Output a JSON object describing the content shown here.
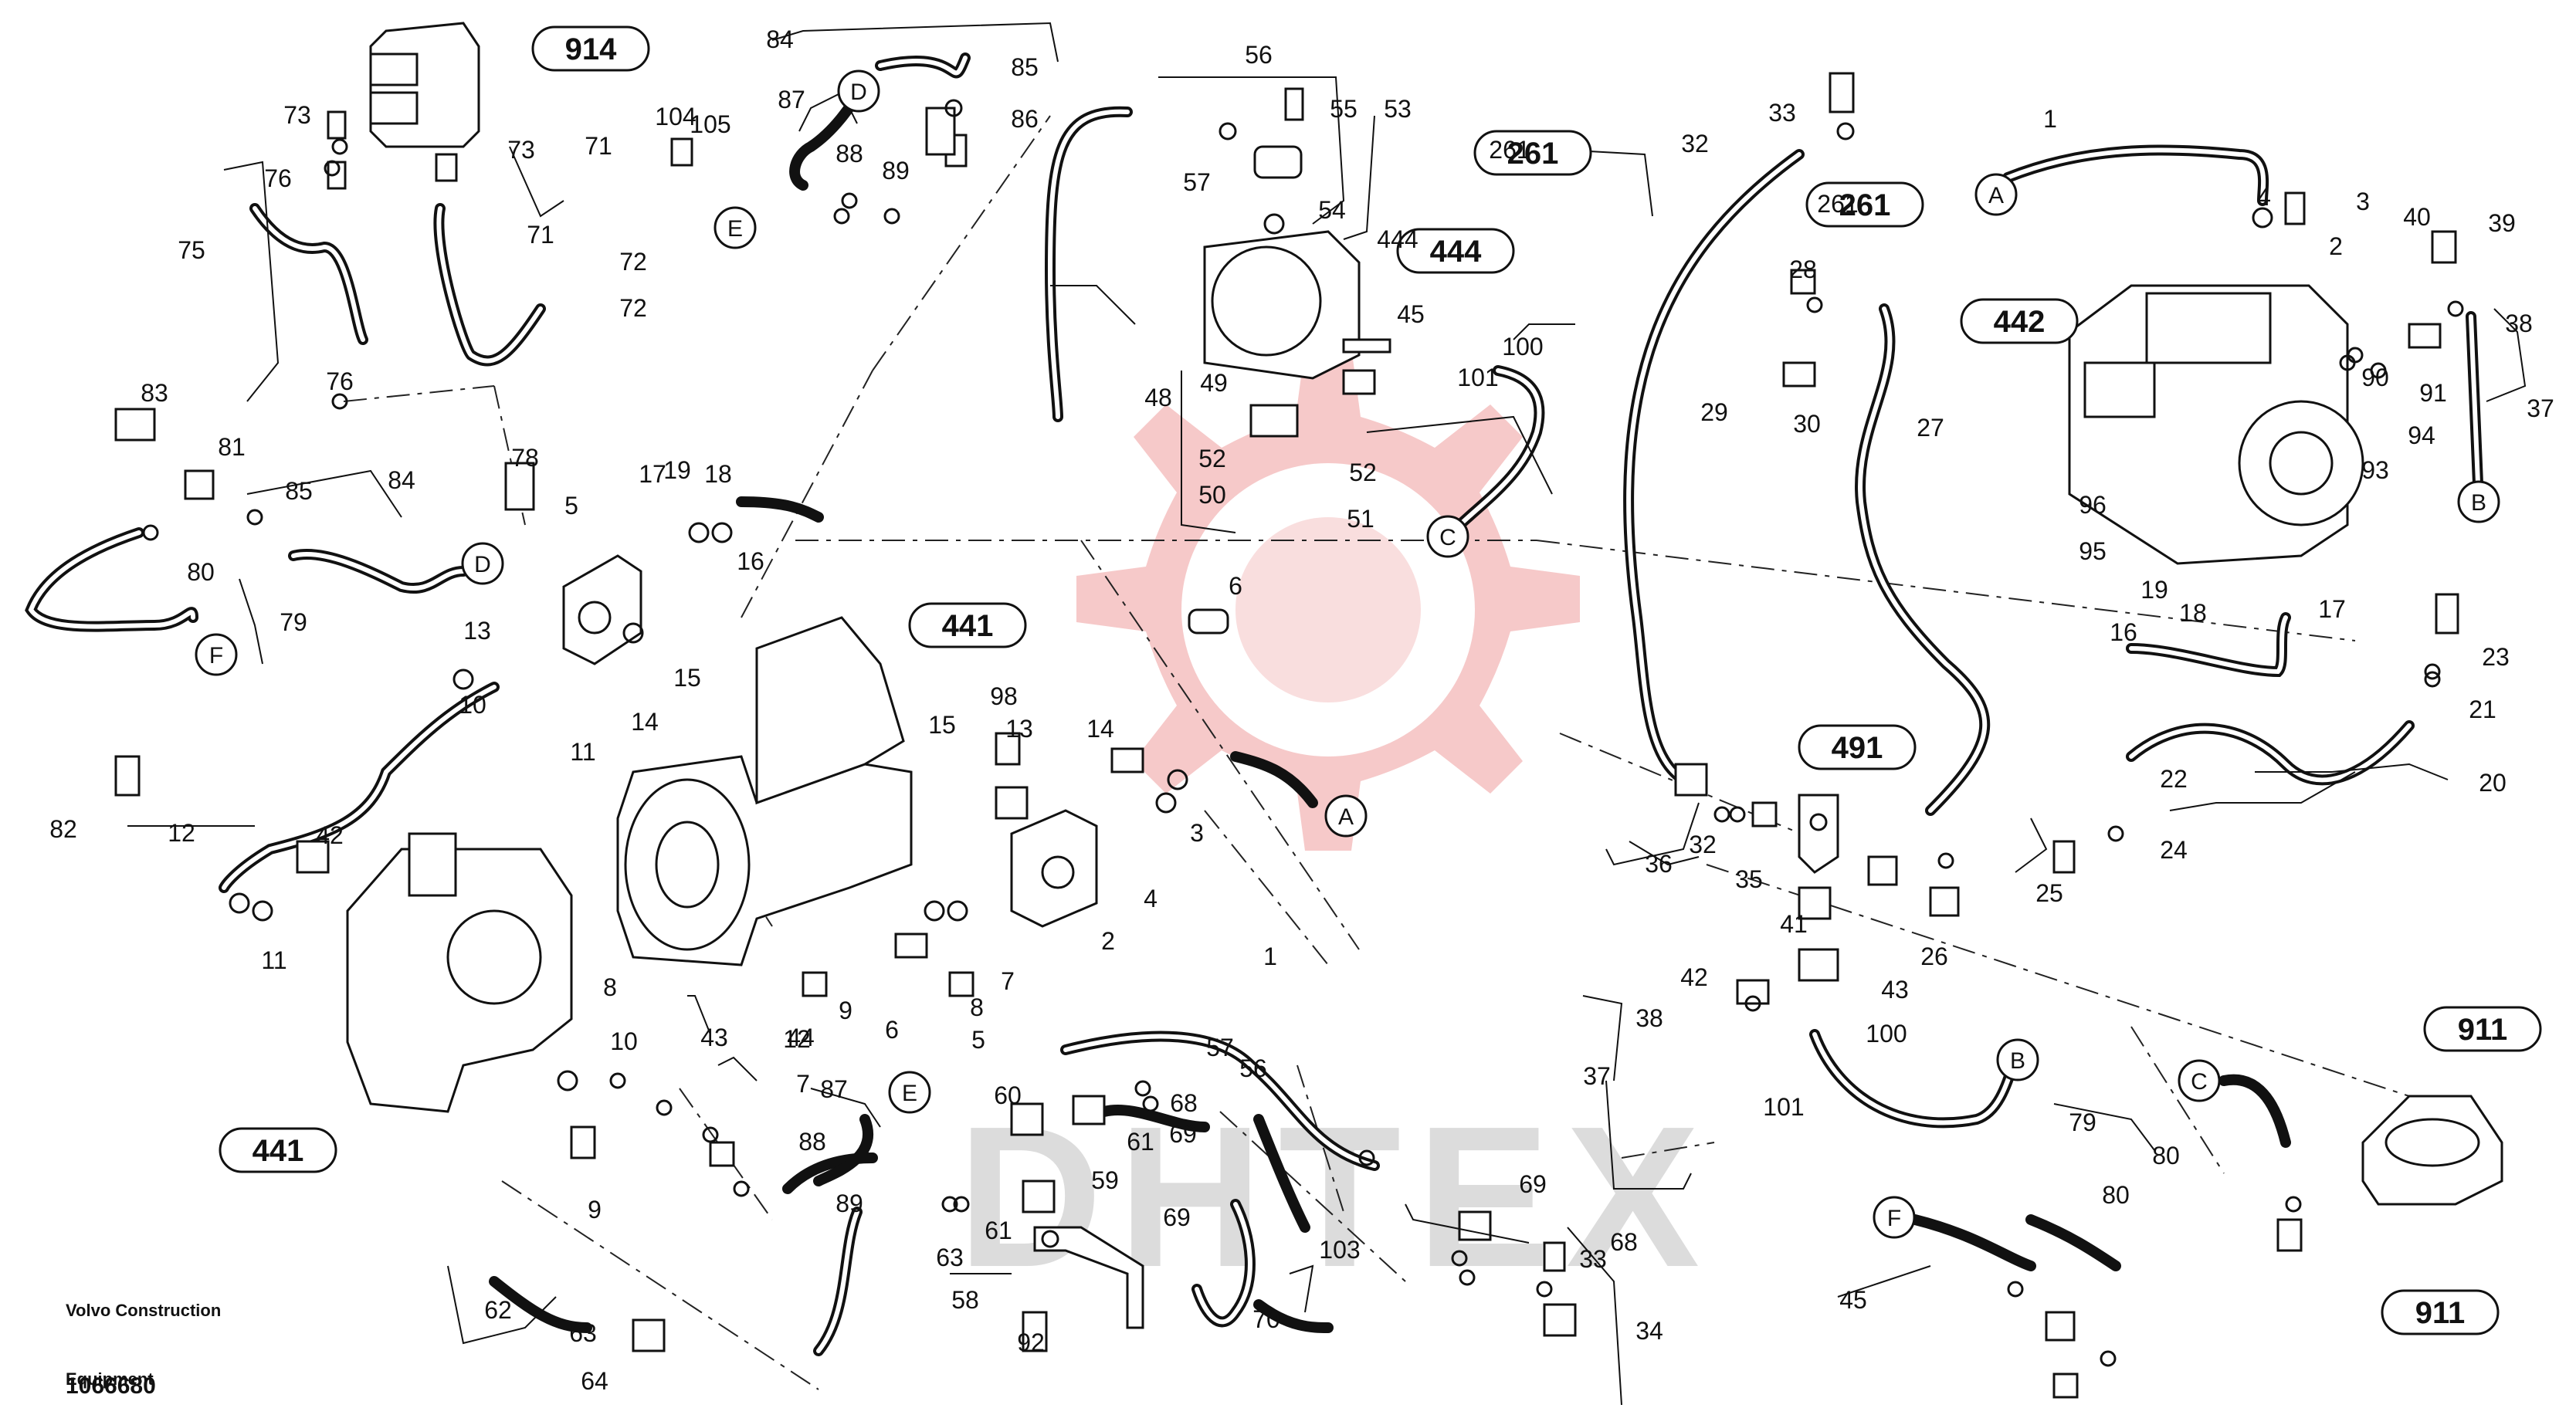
{
  "watermark": {
    "text": "DHTEX",
    "gear_color": "#f3b7b7"
  },
  "badges": [
    {
      "id": "b914",
      "text": "914"
    },
    {
      "id": "b261a",
      "text": "261"
    },
    {
      "id": "b261b",
      "text": "261"
    },
    {
      "id": "b444",
      "text": "444"
    },
    {
      "id": "b442",
      "text": "442"
    },
    {
      "id": "b441a",
      "text": "441"
    },
    {
      "id": "b441b",
      "text": "441"
    },
    {
      "id": "b491",
      "text": "491"
    },
    {
      "id": "b911a",
      "text": "911"
    },
    {
      "id": "b911b",
      "text": "911"
    }
  ],
  "connectors": [
    {
      "id": "cA1",
      "text": "A"
    },
    {
      "id": "cA2",
      "text": "A"
    },
    {
      "id": "cB1",
      "text": "B"
    },
    {
      "id": "cB2",
      "text": "B"
    },
    {
      "id": "cC1",
      "text": "C"
    },
    {
      "id": "cC2",
      "text": "C"
    },
    {
      "id": "cD1",
      "text": "D"
    },
    {
      "id": "cD2",
      "text": "D"
    },
    {
      "id": "cE1",
      "text": "E"
    },
    {
      "id": "cE2",
      "text": "E"
    },
    {
      "id": "cF1",
      "text": "F"
    },
    {
      "id": "cF2",
      "text": "F"
    }
  ],
  "part_labels": [
    "84",
    "85",
    "86",
    "87",
    "88",
    "89",
    "73",
    "73",
    "76",
    "76",
    "75",
    "104",
    "105",
    "71",
    "71",
    "72",
    "72",
    "56",
    "55",
    "53",
    "57",
    "54",
    "444",
    "45",
    "100",
    "101",
    "48",
    "49",
    "52",
    "52",
    "50",
    "51",
    "261",
    "32",
    "33",
    "261",
    "28",
    "29",
    "30",
    "27",
    "1",
    "3",
    "4",
    "2",
    "40",
    "39",
    "38",
    "37",
    "90",
    "91",
    "94",
    "93",
    "96",
    "95",
    "19",
    "18",
    "17",
    "16",
    "23",
    "21",
    "20",
    "22",
    "24",
    "25",
    "26",
    "83",
    "81",
    "85",
    "84",
    "80",
    "79",
    "82",
    "78",
    "5",
    "17",
    "18",
    "19",
    "16",
    "15",
    "14",
    "13",
    "11",
    "10",
    "12",
    "6",
    "98",
    "15",
    "13",
    "14",
    "3",
    "4",
    "2",
    "1",
    "8",
    "7",
    "5",
    "9",
    "44",
    "43",
    "42",
    "12",
    "11",
    "10",
    "8",
    "7",
    "6",
    "9",
    "87",
    "88",
    "89",
    "62",
    "63",
    "64",
    "60",
    "61",
    "59",
    "61",
    "63",
    "58",
    "92",
    "69",
    "68",
    "69",
    "57",
    "56",
    "70",
    "103",
    "69",
    "68",
    "33",
    "34",
    "32",
    "35",
    "36",
    "41",
    "43",
    "42",
    "38",
    "37",
    "100",
    "101",
    "79",
    "80",
    "80",
    "45"
  ],
  "footer": {
    "company": "Volvo Construction",
    "equipment": "Equipment",
    "drawing_id": "1066680"
  }
}
